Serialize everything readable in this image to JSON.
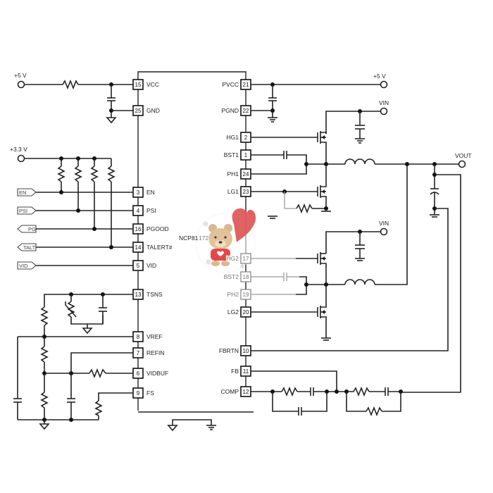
{
  "chip": {
    "name_main": "NCP81",
    "name_faded": "172",
    "left_pins": [
      {
        "num": "15",
        "label": "VCC"
      },
      {
        "num": "25",
        "label": "GND"
      },
      {
        "num": "3",
        "label": "EN"
      },
      {
        "num": "4",
        "label": "PSI"
      },
      {
        "num": "16",
        "label": "PGOOD"
      },
      {
        "num": "14",
        "label": "TALERT#"
      },
      {
        "num": "5",
        "label": "VID"
      },
      {
        "num": "13",
        "label": "TSNS"
      },
      {
        "num": "8",
        "label": "VREF"
      },
      {
        "num": "7",
        "label": "REFIN"
      },
      {
        "num": "6",
        "label": "VIDBUF"
      },
      {
        "num": "9",
        "label": "FS"
      }
    ],
    "right_pins": [
      {
        "num": "21",
        "label": "PVCC"
      },
      {
        "num": "22",
        "label": "PGND"
      },
      {
        "num": "2",
        "label": "HG1"
      },
      {
        "num": "1",
        "label": "BST1"
      },
      {
        "num": "24",
        "label": "PH1"
      },
      {
        "num": "23",
        "label": "LG1"
      },
      {
        "num": "17",
        "label": "HG2"
      },
      {
        "num": "18",
        "label": "BST2"
      },
      {
        "num": "19",
        "label": "PH2"
      },
      {
        "num": "20",
        "label": "LG2"
      },
      {
        "num": "10",
        "label": "FBRTN"
      },
      {
        "num": "11",
        "label": "FB"
      },
      {
        "num": "12",
        "label": "COMP"
      }
    ]
  },
  "rails": {
    "v5_left": "+5 V",
    "v33": "+3.3 V",
    "v5_right": "+5 V",
    "vin1": "VIN",
    "vin2": "VIN",
    "vout": "VOUT"
  },
  "signal_flags": {
    "en": "EN",
    "psi": "PSI",
    "pg": "PG",
    "talt": "TALT",
    "vid": "VID"
  },
  "overlay": {
    "image": "teddy-bear-with-heart-balloon",
    "colors": {
      "balloon": "#e05a5a",
      "bear": "#d9b48a",
      "shirt": "#e0403f",
      "dots": "#d8d8d8"
    }
  },
  "colors": {
    "wire": "#222222",
    "faded": "#aaaaaa",
    "background": "#ffffff"
  }
}
